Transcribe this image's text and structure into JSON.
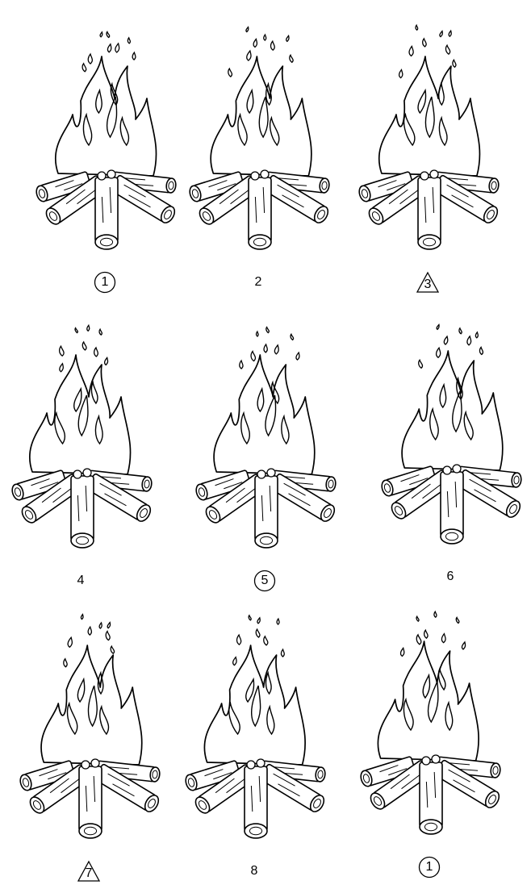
{
  "frames": [
    {
      "label": "1",
      "marker": "circle"
    },
    {
      "label": "2",
      "marker": "none"
    },
    {
      "label": "3",
      "marker": "triangle"
    },
    {
      "label": "4",
      "marker": "none"
    },
    {
      "label": "5",
      "marker": "circle"
    },
    {
      "label": "6",
      "marker": "none"
    },
    {
      "label": "7",
      "marker": "triangle"
    },
    {
      "label": "8",
      "marker": "none"
    },
    {
      "label": "1",
      "marker": "circle"
    }
  ],
  "colors": {
    "ink": "#000000",
    "paper": "#ffffff"
  }
}
